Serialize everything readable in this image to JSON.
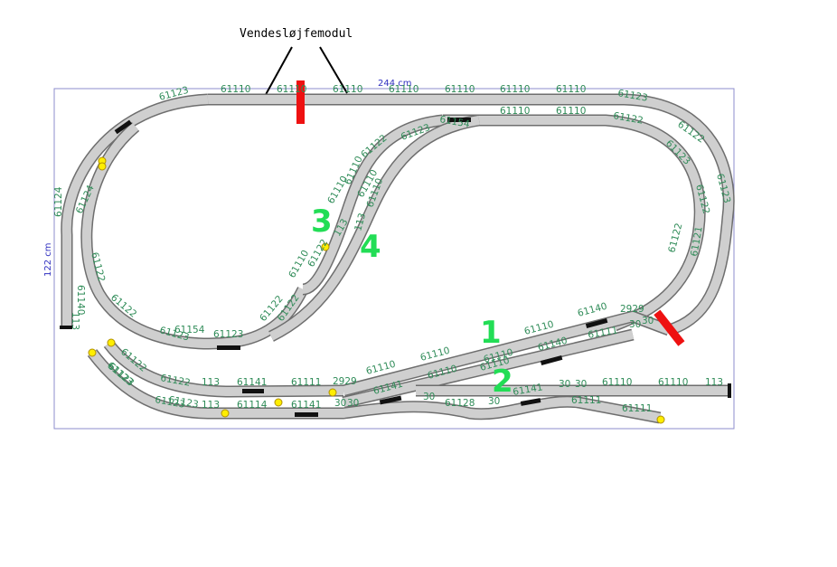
{
  "title": "Vendesløjfemodul",
  "dimensions": {
    "width": "244 cm",
    "height": "122 cm"
  },
  "colors": {
    "board_border": "#8c8ccc",
    "track_edge": "#6e6e6e",
    "track_fill": "#cfcfcf",
    "label": "#2e8b57",
    "dim_text": "#3030c0",
    "marker": "#ee1111",
    "number": "#22dd55",
    "signal": "#ffee00",
    "turnout": "#111111"
  },
  "numbers": [
    "1",
    "2",
    "3",
    "4"
  ],
  "track_labels": [
    "61123",
    "61110",
    "61110",
    "61110",
    "61110",
    "61110",
    "61110",
    "61110",
    "61123",
    "61154",
    "61110",
    "61110",
    "61122",
    "61122",
    "61123",
    "61122",
    "61123",
    "61124",
    "61124",
    "61122",
    "61140",
    "113",
    "61122",
    "61123",
    "61123",
    "61154",
    "61122",
    "61110",
    "61110",
    "61110",
    "113",
    "61122",
    "61122",
    "61110",
    "61110",
    "113",
    "61122",
    "61121",
    "61122",
    "61123",
    "61110",
    "61140",
    "2929",
    "30",
    "30",
    "61110",
    "61140",
    "61111",
    "61110",
    "61110",
    "61122",
    "113",
    "61141",
    "61111",
    "2929",
    "61110",
    "61110",
    "61123",
    "113",
    "61114",
    "61141",
    "30",
    "30",
    "61141",
    "30",
    "61128",
    "30",
    "61141",
    "30",
    "30",
    "61111",
    "61110",
    "61110",
    "113",
    "61111",
    "61122",
    "61123",
    "61123",
    "61123"
  ]
}
